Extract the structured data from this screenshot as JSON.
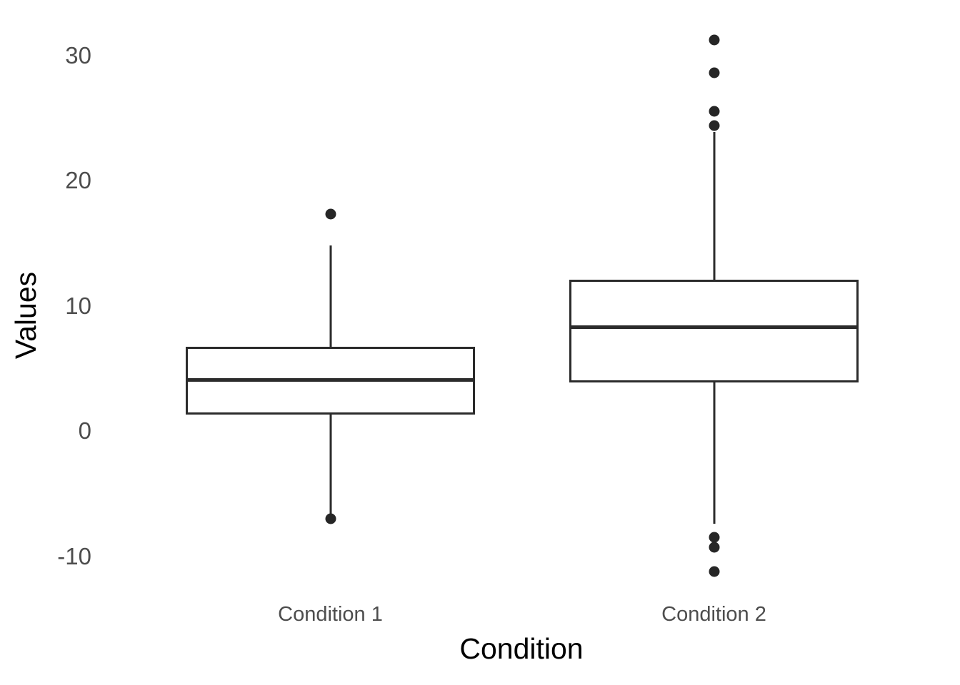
{
  "chart_data": {
    "type": "box",
    "title": "",
    "xlabel": "Condition",
    "ylabel": "Values",
    "categories": [
      "Condition 1",
      "Condition 2"
    ],
    "ytick_labels": [
      "30",
      "20",
      "10",
      "0",
      "-10"
    ],
    "ytick_values": [
      30,
      20,
      10,
      0,
      -10
    ],
    "ylim": [
      -13,
      33
    ],
    "grid": false,
    "legend": false,
    "theme": {
      "background": "#ffffff",
      "line_color": "#2b2b2b",
      "box_fill": "#ffffff",
      "outlier_color": "#262626",
      "tick_label_color": "#4d4d4d",
      "axis_title_color": "#000000"
    },
    "boxes": [
      {
        "name": "Condition 1",
        "whisker_low": -6.6,
        "q1": 1.3,
        "median": 4.1,
        "q3": 6.7,
        "whisker_high": 14.8,
        "outliers": [
          17.3,
          -7.0
        ]
      },
      {
        "name": "Condition 2",
        "whisker_low": -7.4,
        "q1": 3.9,
        "median": 8.3,
        "q3": 12.1,
        "whisker_high": 23.9,
        "outliers": [
          31.2,
          28.6,
          25.5,
          24.4,
          -8.5,
          -9.3,
          -11.2
        ]
      }
    ]
  },
  "axes": {
    "y_title": "Values",
    "x_title": "Condition"
  }
}
